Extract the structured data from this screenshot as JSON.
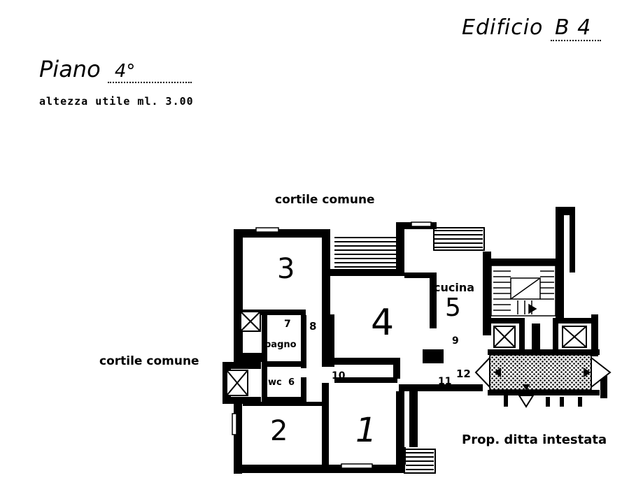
{
  "header": {
    "building_label": "Edificio",
    "building_value": "B 4",
    "floor_label": "Piano",
    "floor_value": "4°",
    "height_note": "altezza utile ml. 3.00"
  },
  "labels": {
    "courtyard_top": "cortile comune",
    "courtyard_left": "cortile comune",
    "property_owner": "Prop. ditta intestata"
  },
  "rooms": {
    "room_1": "1",
    "room_2": "2",
    "room_3": "3",
    "room_4": "4",
    "room_5": "5",
    "kitchen": "cucina",
    "bathroom": "bagno",
    "wc": "wc",
    "room_6": "6",
    "room_7": "7",
    "room_8": "8",
    "room_9": "9",
    "room_10": "10",
    "room_11": "11",
    "room_12": "12"
  },
  "colors": {
    "wall": "#000000",
    "background": "#ffffff"
  }
}
